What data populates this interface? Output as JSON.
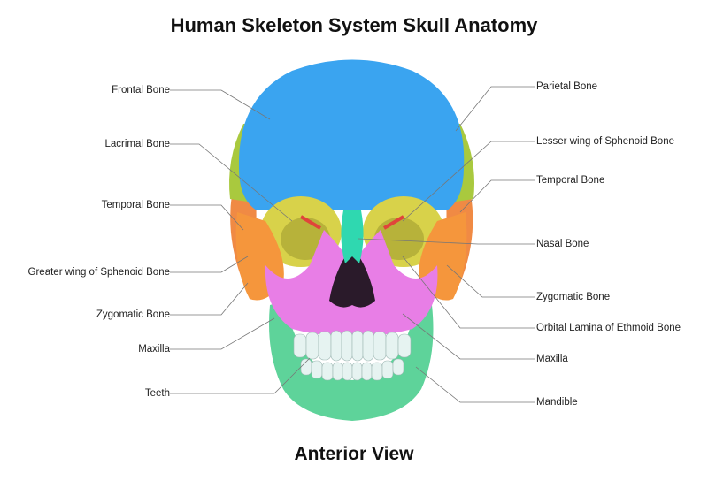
{
  "title": "Human Skeleton System Skull Anatomy",
  "subtitle": "Anterior View",
  "labels_left": [
    "Frontal Bone",
    "Lacrimal Bone",
    "Temporal Bone",
    "Greater wing of Sphenoid Bone",
    "Zygomatic Bone",
    "Maxilla",
    "Teeth"
  ],
  "labels_right": [
    "Parietal Bone",
    "Lesser wing of Sphenoid Bone",
    "Temporal Bone",
    "Nasal Bone",
    "Zygomatic Bone",
    "Orbital Lamina of Ethmoid Bone",
    "Maxilla",
    "Mandible"
  ],
  "colors": {
    "frontal": "#3aa4f0",
    "parietal": "#a9c93e",
    "temporal": "#f08a44",
    "zygomatic": "#f5963c",
    "maxilla": "#e87ee6",
    "nasal": "#2fd8b0",
    "mandible": "#5ed39a",
    "teeth": "#e6f3f1",
    "sphenoid_wing": "#d8d24a",
    "lacrimal": "#e0443a"
  }
}
